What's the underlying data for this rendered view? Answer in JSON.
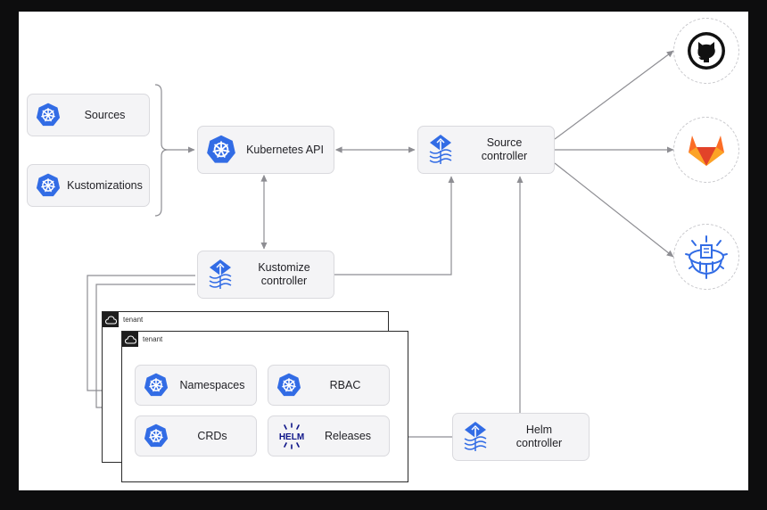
{
  "nodes": {
    "sources": "Sources",
    "kustomizations": "Kustomizations",
    "kubernetes_api": "Kubernetes API",
    "source_controller": [
      "Source",
      "controller"
    ],
    "kustomize_controller": [
      "Kustomize",
      "controller"
    ],
    "helm_controller": [
      "Helm",
      "controller"
    ],
    "namespaces": "Namespaces",
    "rbac": "RBAC",
    "crds": "CRDs",
    "releases": "Releases"
  },
  "tenant_label": "tenant",
  "helm_logo_text": "HELM",
  "icons": {
    "kubernetes": "kubernetes-wheel-icon",
    "flux": "flux-icon",
    "helm": "helm-logo",
    "github": "github-icon",
    "gitlab": "gitlab-icon",
    "bucket": "bucket-icon"
  },
  "colors": {
    "kubernetes_blue": "#326ce5",
    "gitlab_orange": "#fc6d26",
    "helm_navy": "#0f1689",
    "arrow_gray": "#8e8e93"
  }
}
